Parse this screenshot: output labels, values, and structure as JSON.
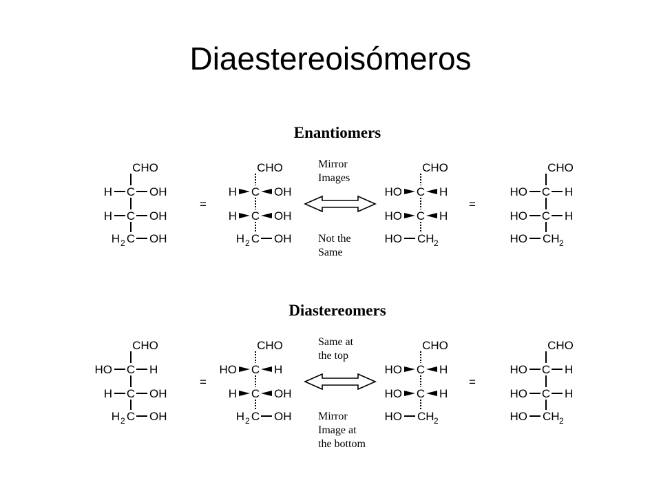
{
  "slide": {
    "title": "Diaestereoisómeros"
  },
  "labels": {
    "CHO": "CHO",
    "C": "C",
    "H": "H",
    "OH": "OH",
    "HO": "HO",
    "H2C_H": "H",
    "H2C_C": "C",
    "CH2_C": "CH",
    "sub2": "2"
  },
  "sections": [
    {
      "heading": "Enantiomers",
      "note_top": [
        "Mirror",
        "Images"
      ],
      "note_bottom": [
        "Not the",
        "Same"
      ],
      "structures": [
        {
          "name": "fischer-left",
          "rows": [
            {
              "left": "H",
              "right": "OH"
            },
            {
              "left": "H",
              "right": "OH"
            }
          ],
          "bottom": "H2C-OH"
        },
        {
          "name": "wedge-left",
          "rows": [
            {
              "left": "H",
              "right": "OH"
            },
            {
              "left": "H",
              "right": "OH"
            }
          ],
          "bottom": "H2C-OH"
        },
        {
          "name": "wedge-right",
          "rows": [
            {
              "left": "HO",
              "right": "H"
            },
            {
              "left": "HO",
              "right": "H"
            }
          ],
          "bottom": "HO-CH2"
        },
        {
          "name": "fischer-right",
          "rows": [
            {
              "left": "HO",
              "right": "H"
            },
            {
              "left": "HO",
              "right": "H"
            }
          ],
          "bottom": "HO-CH2"
        }
      ]
    },
    {
      "heading": "Diastereomers",
      "note_top": [
        "Same at",
        "the top"
      ],
      "note_bottom": [
        "Mirror",
        "Image at",
        "the bottom"
      ],
      "structures": [
        {
          "name": "fischer-left",
          "rows": [
            {
              "left": "HO",
              "right": "H"
            },
            {
              "left": "H",
              "right": "OH"
            }
          ],
          "bottom": "H2C-OH"
        },
        {
          "name": "wedge-left",
          "rows": [
            {
              "left": "HO",
              "right": "H"
            },
            {
              "left": "H",
              "right": "OH"
            }
          ],
          "bottom": "H2C-OH"
        },
        {
          "name": "wedge-right",
          "rows": [
            {
              "left": "HO",
              "right": "H"
            },
            {
              "left": "HO",
              "right": "H"
            }
          ],
          "bottom": "HO-CH2"
        },
        {
          "name": "fischer-right",
          "rows": [
            {
              "left": "HO",
              "right": "H"
            },
            {
              "left": "HO",
              "right": "H"
            }
          ],
          "bottom": "HO-CH2"
        }
      ]
    }
  ],
  "equals": "="
}
